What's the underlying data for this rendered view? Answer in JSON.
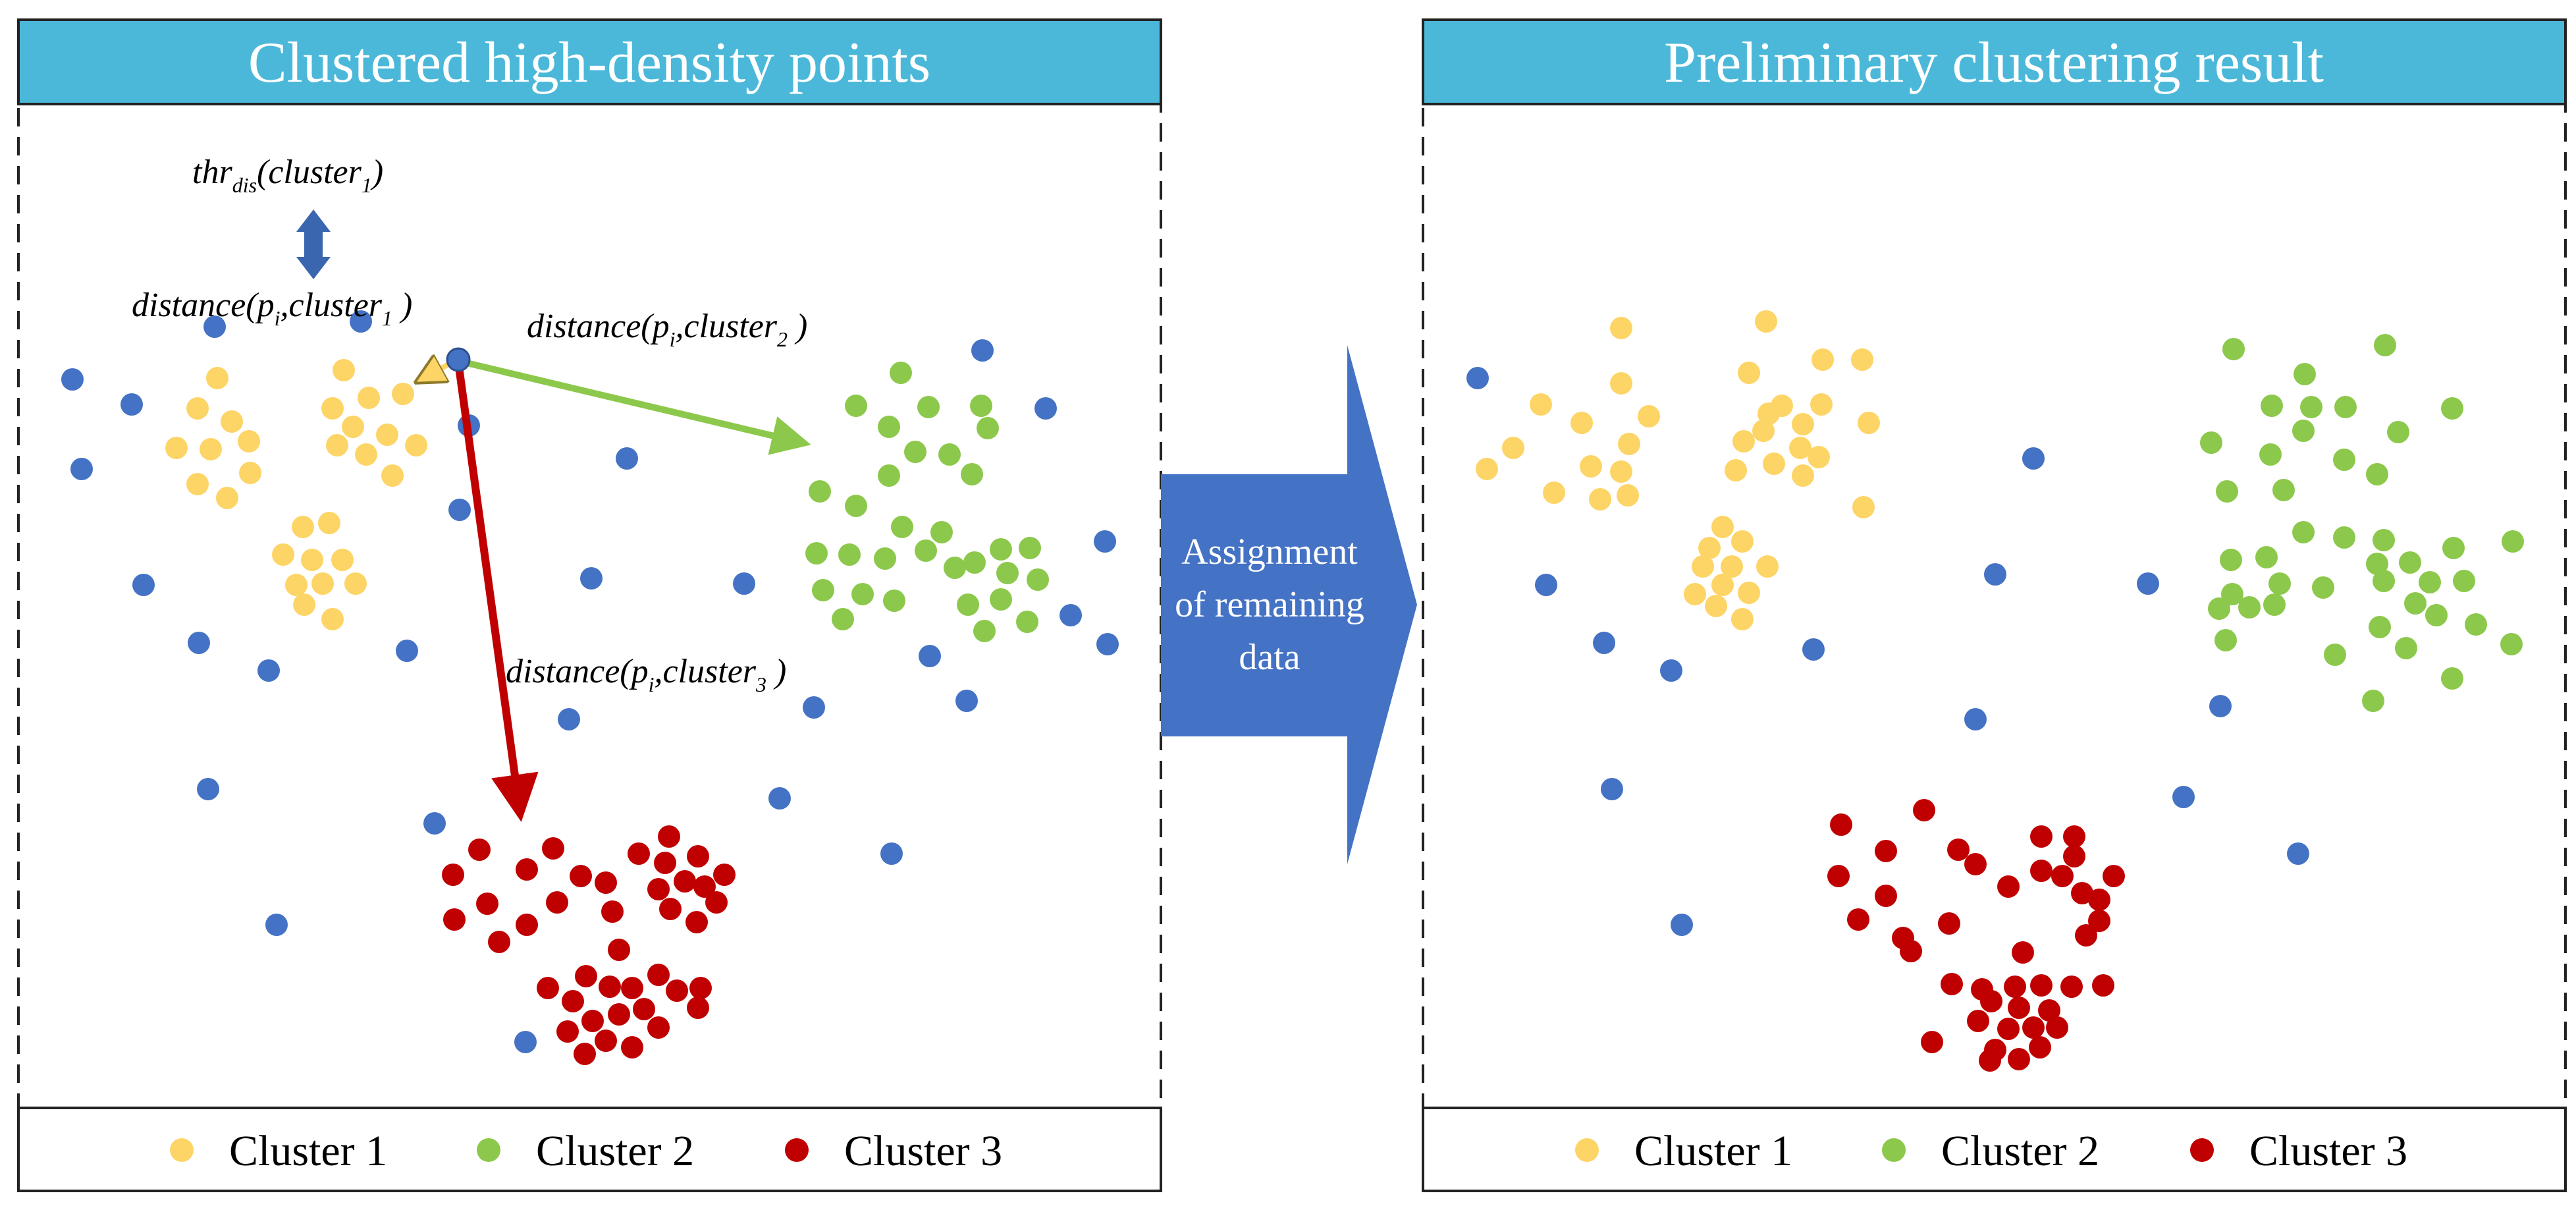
{
  "colors": {
    "header": "#4BB8D9",
    "cluster_1": "#FDD466",
    "cluster_2": "#8CC84B",
    "cluster_3": "#C00000",
    "unassigned": "#4472C4",
    "big_arrow": "#4472C4",
    "green_arrow": "#8CC84B",
    "red_arrow": "#C00000",
    "distance_arrow": "#3A66B0"
  },
  "left_panel": {
    "title": "Clustered high-density points",
    "legend": [
      {
        "key": "cluster_1",
        "label": "Cluster 1"
      },
      {
        "key": "cluster_2",
        "label": "Cluster 2"
      },
      {
        "key": "cluster_3",
        "label": "Cluster 3"
      }
    ],
    "threshold_label": {
      "main": "thr",
      "sub": "dis",
      "arg_main": "(cluster",
      "arg_sub": "1",
      "close": ")"
    },
    "distance_labels": [
      {
        "name": "distance-cluster-1-label",
        "pre": "distance(p",
        "sub_i": "i",
        "mid": ",cluster",
        "sub_c": "1",
        "close": " )"
      },
      {
        "name": "distance-cluster-2-label",
        "pre": "distance(p",
        "sub_i": "i",
        "mid": ",cluster",
        "sub_c": "2",
        "close": " )"
      },
      {
        "name": "distance-cluster-3-label",
        "pre": "distance(p",
        "sub_i": "i",
        "mid": ",cluster",
        "sub_c": "3",
        "close": " )"
      }
    ]
  },
  "right_panel": {
    "title": "Preliminary clustering result",
    "legend": [
      {
        "key": "cluster_1",
        "label": "Cluster 1"
      },
      {
        "key": "cluster_2",
        "label": "Cluster 2"
      },
      {
        "key": "cluster_3",
        "label": "Cluster 3"
      }
    ]
  },
  "transition_arrow": {
    "lines": [
      "Assignment",
      "of remaining",
      "data"
    ]
  }
}
